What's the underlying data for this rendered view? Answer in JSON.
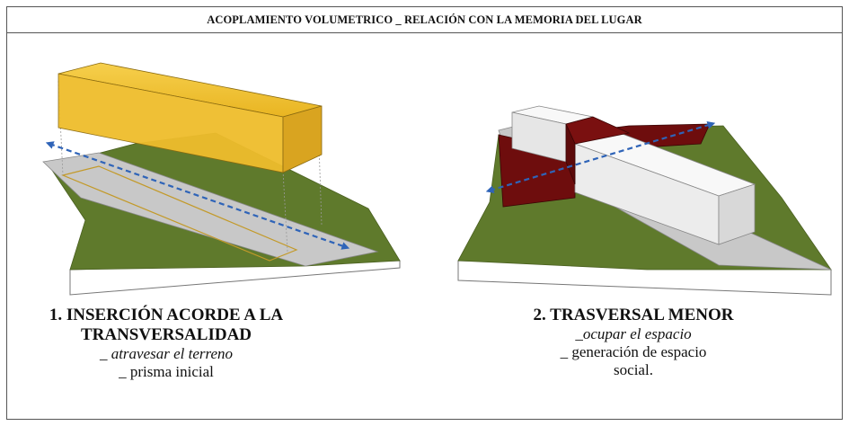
{
  "header": {
    "title": "ACOPLAMIENTO VOLUMETRICO _ RELACIÓN CON LA MEMORIA DEL LUGAR"
  },
  "panels": [
    {
      "heading_line1": "1. INSERCIÓN ACORDE A LA",
      "heading_line2": "TRANSVERSALIDAD",
      "sub_line1": "_ atravesar el terreno",
      "sub_line2": "_ prisma inicial"
    },
    {
      "heading_line1": "2. TRASVERSAL MENOR",
      "sub_line1": "_ocupar el espacio",
      "sub_line2": "_ generación de espacio",
      "sub_line3": "social."
    }
  ],
  "colors": {
    "grass": "#5f7a2c",
    "platform": "#c9c9c9",
    "prism": "#f0c02e",
    "dark_red": "#6e0d0d",
    "white_block": "#f2f2f2",
    "arrow": "#2f64b8"
  },
  "icons": [
    "double-arrow-icon"
  ]
}
